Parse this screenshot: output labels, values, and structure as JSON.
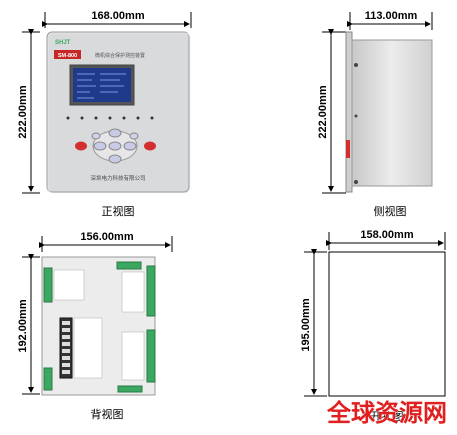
{
  "front": {
    "width_label": "168.00mm",
    "height_label": "222.00mm",
    "caption": "正视图",
    "brand": "SHJT",
    "model": "SM-800",
    "device_title": "微机综合保护测控装置",
    "company": "深圳电力科技有限公司"
  },
  "side": {
    "width_label": "113.00mm",
    "height_label": "222.00mm",
    "caption": "侧视图"
  },
  "back": {
    "width_label": "156.00mm",
    "height_label": "192.00mm",
    "caption": "背视图"
  },
  "cutout": {
    "width_label": "158.00mm",
    "height_label": "195.00mm",
    "caption": "开孔图"
  },
  "watermark": {
    "text": "全球资源网"
  },
  "colors": {
    "panel": "#d9dadc",
    "screen": "#1f3a8a",
    "terminal": "#3aa860",
    "watermark": "#e02020"
  }
}
